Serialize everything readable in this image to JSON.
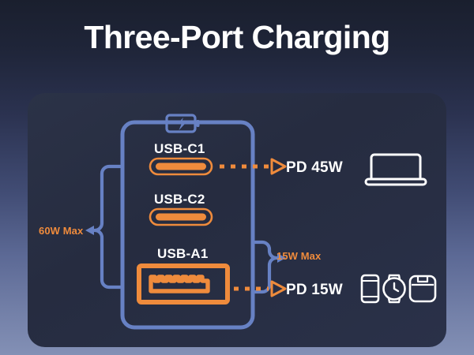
{
  "page": {
    "title": "Three-Port Charging",
    "background_top_color": "#1a1f2e",
    "background_bottom_color": "#8390b5",
    "card_color": "#272d42",
    "accent_orange": "#ef8b3c",
    "accent_blue": "#6781c4",
    "text_color": "#ffffff"
  },
  "charger": {
    "icon": "battery-charging-icon",
    "body_label": "charger-body",
    "ports": [
      {
        "id": "usb-c1",
        "label": "USB-C1",
        "type": "usb-c",
        "icon": "usb-c-port-icon"
      },
      {
        "id": "usb-c2",
        "label": "USB-C2",
        "type": "usb-c",
        "icon": "usb-c-port-icon"
      },
      {
        "id": "usb-a1",
        "label": "USB-A1",
        "type": "usb-a",
        "icon": "usb-a-port-icon"
      }
    ]
  },
  "brackets": {
    "left": {
      "label": "60W Max",
      "covers": [
        "usb-c1",
        "usb-c2"
      ],
      "icon": "bracket-left-icon"
    },
    "right": {
      "label": "15W Max",
      "covers": [
        "usb-a1"
      ],
      "icon": "bracket-right-icon"
    }
  },
  "outputs": [
    {
      "id": "pd-45w",
      "label": "PD 45W",
      "source_port": "usb-c1",
      "arrow_icon": "arrow-right-icon",
      "devices": [
        {
          "name": "laptop",
          "icon": "laptop-icon"
        }
      ]
    },
    {
      "id": "pd-15w",
      "label": "PD 15W",
      "source_port": "usb-a1",
      "arrow_icon": "arrow-right-icon",
      "devices": [
        {
          "name": "phone",
          "icon": "smartphone-icon"
        },
        {
          "name": "watch",
          "icon": "smartwatch-icon"
        },
        {
          "name": "earbuds",
          "icon": "earbuds-case-icon"
        }
      ]
    }
  ]
}
